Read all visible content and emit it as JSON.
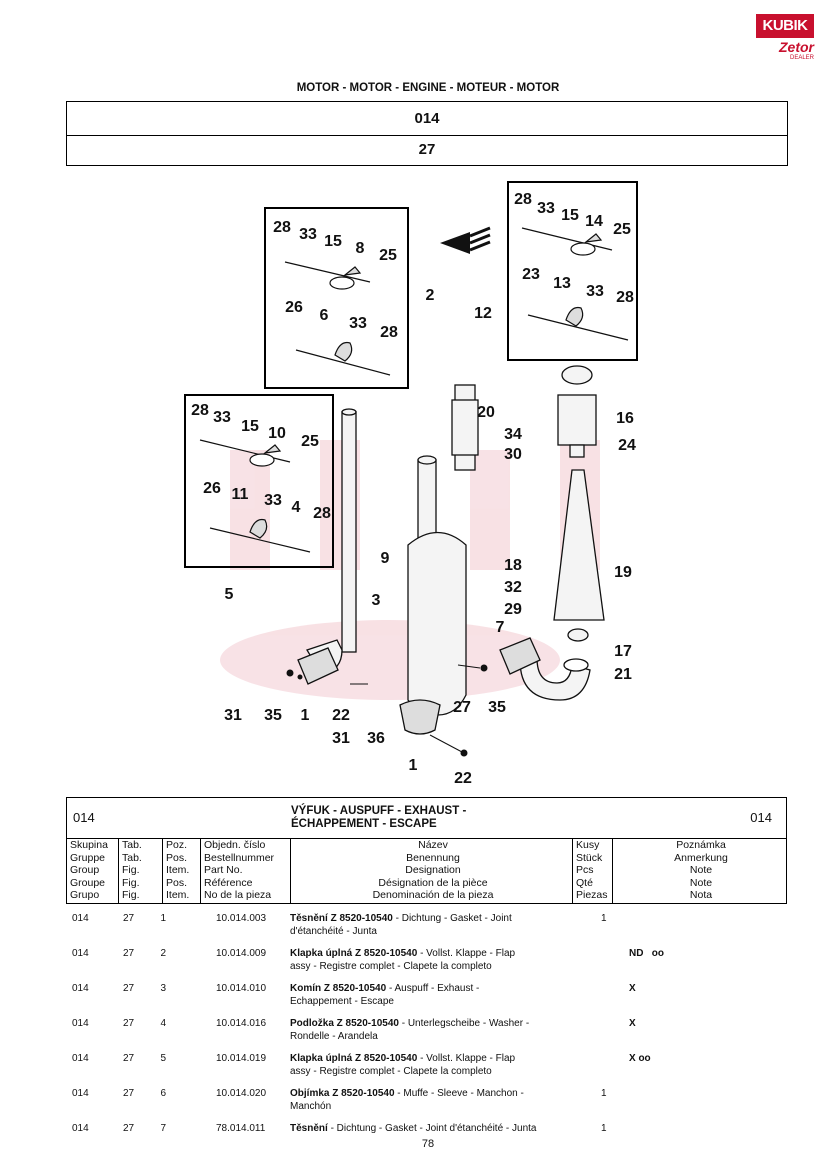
{
  "logo": {
    "top": "KUBIK",
    "bottom": "Zetor",
    "sub": "DEALER"
  },
  "heading": "MOTOR - MOTOR - ENGINE - MOTEUR - MOTOR",
  "group_code": "014",
  "figure_code": "27",
  "callouts": [
    "28",
    "33",
    "15",
    "8",
    "25",
    "26",
    "6",
    "33",
    "28",
    "2",
    "28",
    "33",
    "15",
    "14",
    "25",
    "23",
    "13",
    "33",
    "28",
    "12",
    "28",
    "33",
    "15",
    "10",
    "25",
    "26",
    "11",
    "33",
    "4",
    "28",
    "5",
    "3",
    "20",
    "16",
    "34",
    "24",
    "30",
    "9",
    "19",
    "18",
    "32",
    "29",
    "7",
    "17",
    "21",
    "31",
    "35",
    "1",
    "22",
    "27",
    "35",
    "31",
    "36",
    "1",
    "22"
  ],
  "table": {
    "code_left": "014",
    "code_right": "014",
    "title_line1": "VÝFUK - AUSPUFF - EXHAUST -",
    "title_line2": "ÉCHAPPEMENT - ESCAPE",
    "col_headers": {
      "skupina": [
        "Skupina",
        "Gruppe",
        "Group",
        "Groupe",
        "Grupo"
      ],
      "tab": [
        "Tab.",
        "Tab.",
        "Fig.",
        "Fig.",
        "Fig."
      ],
      "poz": [
        "Poz.",
        "Pos.",
        "Item.",
        "Pos.",
        "Item."
      ],
      "cislo": [
        "Objedn. číslo",
        "Bestellnummer",
        "Part No.",
        "Référence",
        "No de la pieza"
      ],
      "nazev": [
        "Název",
        "Benennung",
        "Designation",
        "Désignation de la pièce",
        "Denominación de la pieza"
      ],
      "kusy": [
        "Kusy",
        "Stück",
        "Pcs",
        "Qté",
        "Piezas"
      ],
      "poznamka": [
        "Poznámka",
        "Anmerkung",
        "Note",
        "Note",
        "Nota"
      ]
    },
    "rows": [
      {
        "group": "014",
        "tab": "27",
        "pos": "1",
        "part": "10.014.003",
        "name_bold": "Těsnění Z 8520-10540",
        "name_rest": " - Dichtung - Gasket - Joint",
        "name_line2": "d'étanchéité - Junta",
        "qty": "1",
        "note": ""
      },
      {
        "group": "014",
        "tab": "27",
        "pos": "2",
        "part": "10.014.009",
        "name_bold": "Klapka úplná Z 8520-10540",
        "name_rest": " - Vollst. Klappe - Flap",
        "name_line2": "assy - Registre complet - Clapete la completo",
        "qty": "",
        "note": "ND   oo"
      },
      {
        "group": "014",
        "tab": "27",
        "pos": "3",
        "part": "10.014.010",
        "name_bold": "Komín Z 8520-10540",
        "name_rest": " - Auspuff - Exhaust -",
        "name_line2": "Echappement - Escape",
        "qty": "",
        "note": "X"
      },
      {
        "group": "014",
        "tab": "27",
        "pos": "4",
        "part": "10.014.016",
        "name_bold": "Podložka Z 8520-10540",
        "name_rest": " - Unterlegscheibe - Washer -",
        "name_line2": "Rondelle - Arandela",
        "qty": "",
        "note": "X"
      },
      {
        "group": "014",
        "tab": "27",
        "pos": "5",
        "part": "10.014.019",
        "name_bold": "Klapka úplná Z 8520-10540",
        "name_rest": " - Vollst. Klappe - Flap",
        "name_line2": "assy - Registre complet - Clapete la completo",
        "qty": "",
        "note": "X oo"
      },
      {
        "group": "014",
        "tab": "27",
        "pos": "6",
        "part": "10.014.020",
        "name_bold": "Objímka Z 8520-10540",
        "name_rest": " - Muffe - Sleeve - Manchon -",
        "name_line2": "Manchón",
        "qty": "1",
        "note": ""
      },
      {
        "group": "014",
        "tab": "27",
        "pos": "7",
        "part": "78.014.011",
        "name_bold": "Těsnění",
        "name_rest": " - Dichtung - Gasket - Joint d'étanchéité - Junta",
        "name_line2": "",
        "qty": "1",
        "note": ""
      }
    ]
  },
  "page_number": "78"
}
